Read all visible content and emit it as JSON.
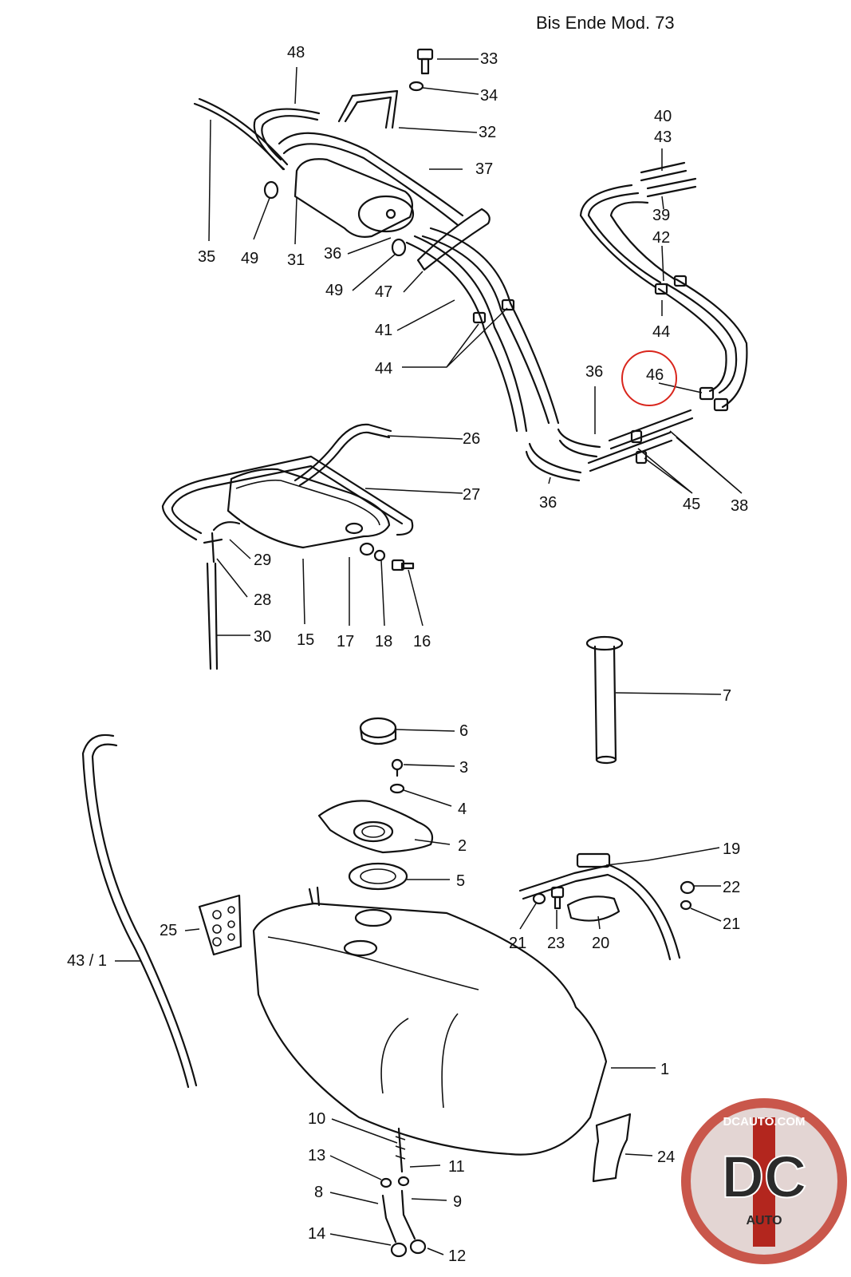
{
  "header": {
    "text": "Bis Ende Mod. 73"
  },
  "highlight": {
    "part": "46",
    "color": "#d9251c"
  },
  "callouts": {
    "c48": "48",
    "c33": "33",
    "c34": "34",
    "c32": "32",
    "c37": "37",
    "c40": "40",
    "c43a": "43",
    "c39": "39",
    "c42": "42",
    "c35": "35",
    "c49a": "49",
    "c31": "31",
    "c36a": "36",
    "c49b": "49",
    "c47": "47",
    "c41": "41",
    "c44a": "44",
    "c44b": "44",
    "c36b": "36",
    "c46": "46",
    "c36c": "36",
    "c45": "45",
    "c38": "38",
    "c26": "26",
    "c27": "27",
    "c29": "29",
    "c28": "28",
    "c30": "30",
    "c15": "15",
    "c17": "17",
    "c18": "18",
    "c16": "16",
    "c7": "7",
    "c6": "6",
    "c3": "3",
    "c4": "4",
    "c2": "2",
    "c5": "5",
    "c19": "19",
    "c22": "22",
    "c21a": "21",
    "c21b": "21",
    "c23": "23",
    "c20": "20",
    "c25": "25",
    "c43_1": "43 / 1",
    "c1": "1",
    "c10": "10",
    "c11": "11",
    "c13": "13",
    "c8": "8",
    "c9": "9",
    "c14": "14",
    "c12": "12",
    "c24": "24"
  },
  "watermark": {
    "site": "DCAUTO.COM",
    "letters": "DC",
    "word": "AUTO",
    "ring_color": "#c0392b",
    "bar_color": "#b3261e"
  }
}
